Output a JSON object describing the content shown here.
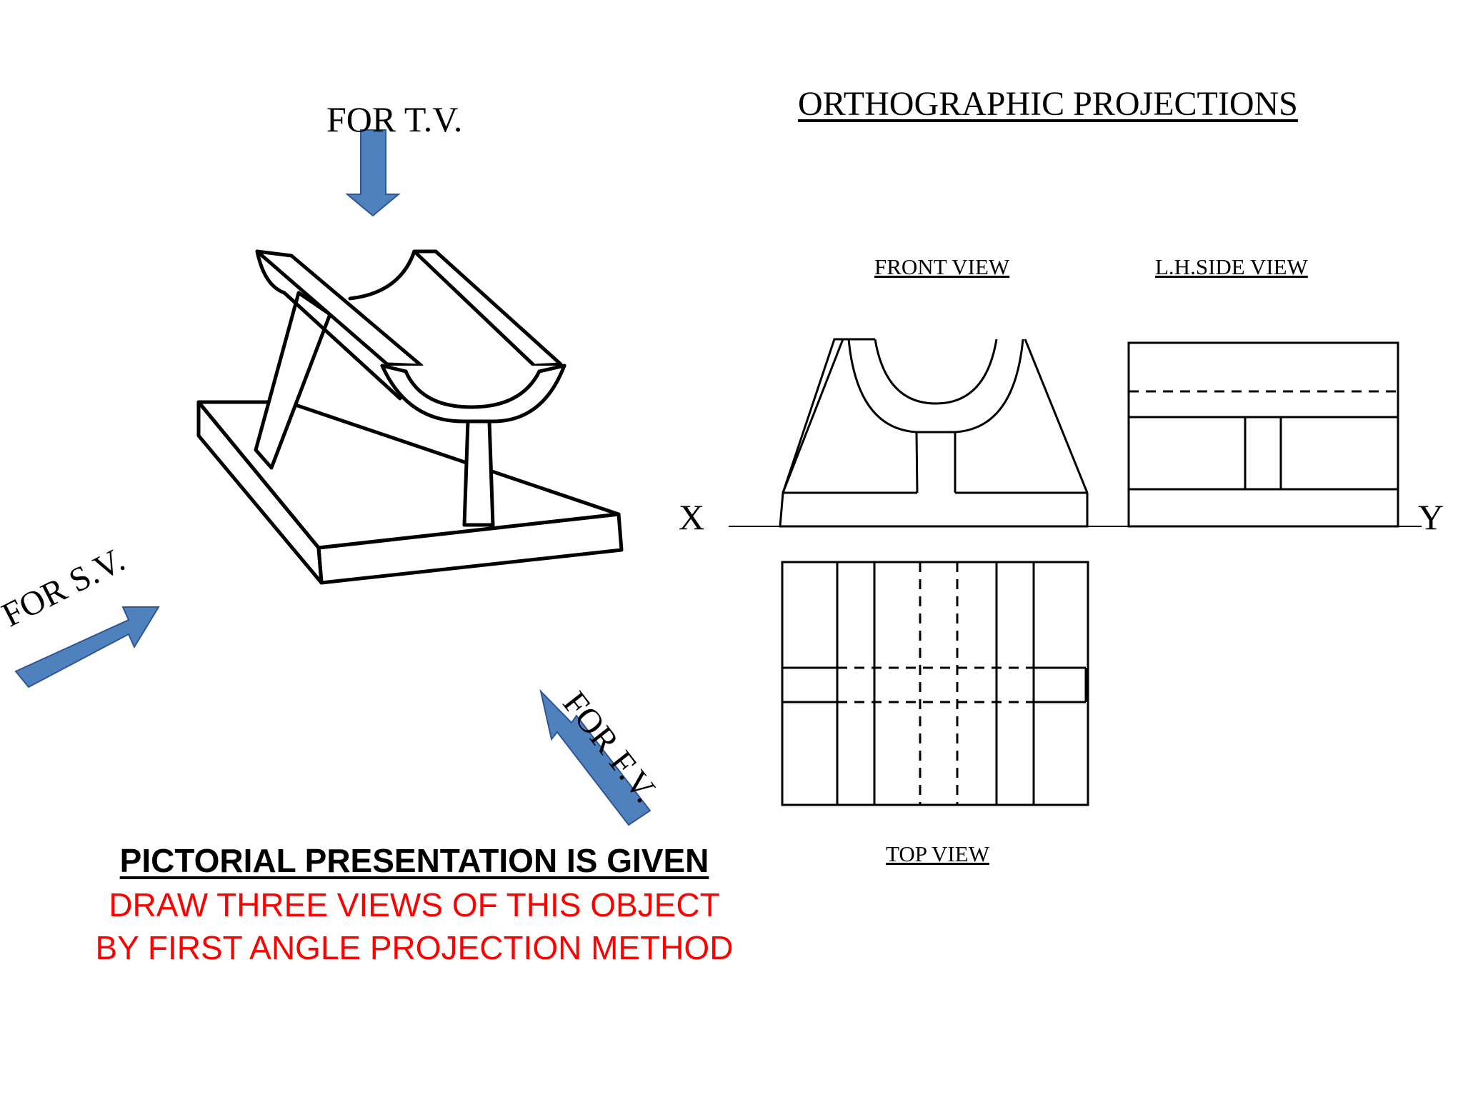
{
  "title": "ORTHOGRAPHIC PROJECTIONS",
  "direction_labels": {
    "top_view": "FOR T.V.",
    "side_view": "FOR S.V.",
    "front_view": "FOR F.V."
  },
  "view_labels": {
    "front": "FRONT VIEW",
    "side": "L.H.SIDE VIEW",
    "top": "TOP VIEW"
  },
  "reference_line": {
    "x": "X",
    "y": "Y"
  },
  "heading": "PICTORIAL PRESENTATION IS GIVEN",
  "instructions": [
    "DRAW THREE VIEWS OF THIS OBJECT",
    "BY FIRST ANGLE PROJECTION METHOD"
  ],
  "colors": {
    "arrow": "#4f81bd",
    "arrow_outline": "#2f5597",
    "instruction_text": "#ff0000",
    "line": "#000000"
  }
}
